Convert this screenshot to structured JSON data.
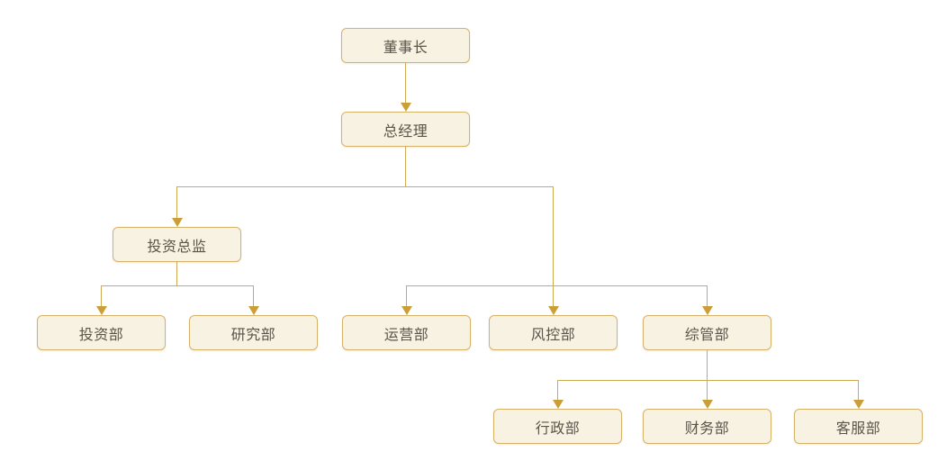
{
  "diagram": {
    "type": "org-chart",
    "colors": {
      "background": "#ffffff",
      "node_fill": "#f8f2e2",
      "node_border": "#d4b26a",
      "connector_line": "#d1a954",
      "arrow": "#cb9f38",
      "text": "#5a544a"
    },
    "nodes": [
      {
        "id": "chairman",
        "label": "董事长"
      },
      {
        "id": "general-manager",
        "label": "总经理"
      },
      {
        "id": "investment-director",
        "label": "投资总监"
      },
      {
        "id": "investment-dept",
        "label": "投资部"
      },
      {
        "id": "research-dept",
        "label": "研究部"
      },
      {
        "id": "operations-dept",
        "label": "运营部"
      },
      {
        "id": "risk-control-dept",
        "label": "风控部"
      },
      {
        "id": "general-admin-dept",
        "label": "综管部"
      },
      {
        "id": "admin-dept",
        "label": "行政部"
      },
      {
        "id": "finance-dept",
        "label": "财务部"
      },
      {
        "id": "customer-service-dept",
        "label": "客服部"
      }
    ],
    "edges": [
      {
        "from": "chairman",
        "to": "general-manager"
      },
      {
        "from": "general-manager",
        "to": "investment-director"
      },
      {
        "from": "general-manager",
        "to": "operations-dept"
      },
      {
        "from": "general-manager",
        "to": "risk-control-dept"
      },
      {
        "from": "general-manager",
        "to": "general-admin-dept"
      },
      {
        "from": "investment-director",
        "to": "investment-dept"
      },
      {
        "from": "investment-director",
        "to": "research-dept"
      },
      {
        "from": "general-admin-dept",
        "to": "admin-dept"
      },
      {
        "from": "general-admin-dept",
        "to": "finance-dept"
      },
      {
        "from": "general-admin-dept",
        "to": "customer-service-dept"
      }
    ]
  }
}
